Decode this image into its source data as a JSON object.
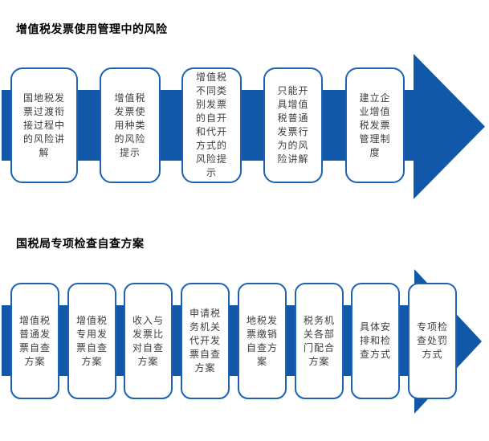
{
  "colors": {
    "arrow_blue": "#1158A8",
    "box_border_blue": "#1C63B4",
    "box_fill": "#FFFFFF",
    "step_text": "#3D3D3D",
    "title_text": "#000000",
    "page_background": "#FFFFFF"
  },
  "sections": [
    {
      "title": "增值税发票使用管理中的风险",
      "steps": [
        "国地税发\n票过渡衔\n接过程中\n的风险讲\n解",
        "增值税\n发票使\n用种类\n的风险\n提示",
        "增值税\n不同类\n别发票\n的自开\n和代开\n方式的\n风险提\n示",
        "只能开\n具增值\n税普通\n发票行\n为的风\n险讲解",
        "建立企\n业增值\n税发票\n管理制\n度"
      ]
    },
    {
      "title": "国税局专项检查自查方案",
      "steps": [
        "增值税\n普通发\n票自查\n方案",
        "增值税\n专用发\n票自查\n方案",
        "收入与\n发票比\n对自查\n方案",
        "申请税\n务机关\n代开发\n票自查\n方案",
        "地税发\n票缴销\n自查方\n案",
        "税务机\n关各部\n门配合\n方案",
        "具体安\n排和检\n查方式",
        "专项检\n查处罚\n方式"
      ]
    }
  ]
}
